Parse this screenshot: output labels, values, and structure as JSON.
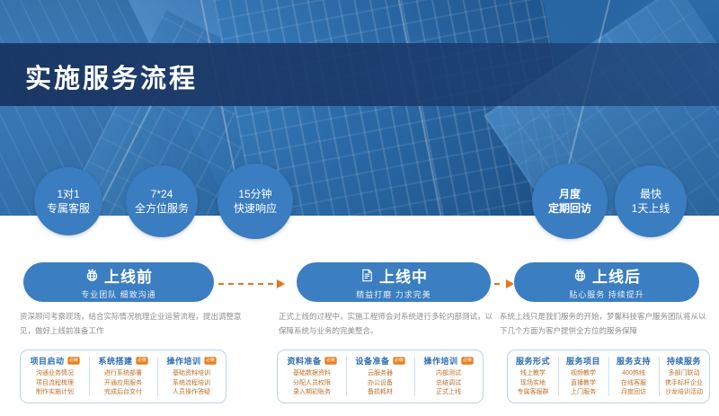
{
  "hero": {
    "title": "实施服务流程"
  },
  "badges": [
    {
      "line1": "1对1",
      "line2": "专属客服",
      "bold": false
    },
    {
      "line1": "7*24",
      "line2": "全方位服务",
      "bold": false
    },
    {
      "line1": "15分钟",
      "line2": "快速响应",
      "bold": false
    },
    {
      "line1": "月度",
      "line2": "定期回访",
      "bold": true
    },
    {
      "line1": "最快",
      "line2": "1天上线",
      "bold": false
    }
  ],
  "phases": [
    {
      "icon": "globe-icon",
      "title": "上线前",
      "subtitle": "专业团队 细致沟通",
      "description": "资深顾问考察现场，结合实际情况梳理企业运营流程，提出调整意见，做好上线前准备工作",
      "columns": [
        {
          "title": "项目启动",
          "badge": "必做",
          "items": [
            "沟通业务情况",
            "项目流程梳理",
            "制作实施计划"
          ]
        },
        {
          "title": "系统搭建",
          "badge": "必做",
          "items": [
            "进行系统部署",
            "开通应用服务",
            "完成后台交付"
          ]
        },
        {
          "title": "操作培训",
          "badge": "必做",
          "items": [
            "基础资料培训",
            "系统流程培训",
            "人员操作答疑"
          ]
        }
      ]
    },
    {
      "icon": "document-icon",
      "title": "上线中",
      "subtitle": "精益打磨 力求完美",
      "description": "正式上线的过程中，实施工程师会对系统进行多轮内部测试，以保障系统与业务的完美整合。",
      "columns": [
        {
          "title": "资料准备",
          "badge": "必做",
          "items": [
            "基础数据资料",
            "分配人员权限",
            "录入期初账务"
          ]
        },
        {
          "title": "设备准备",
          "badge": "必做",
          "items": [
            "云服务器",
            "办公设备",
            "备损耗材"
          ]
        },
        {
          "title": "操作培训",
          "badge": "必做",
          "items": [
            "内部测试",
            "总结调试",
            "正式上线"
          ]
        }
      ]
    },
    {
      "icon": "globe-icon",
      "title": "上线后",
      "subtitle": "贴心服务 持续提升",
      "description": "系统上线只是我们服务的开始，梦馨科技客户服务团队将从以下几个方面为客户提供全方位的服务保障",
      "columns": [
        {
          "title": "服务形式",
          "badge": "",
          "items": [
            "线上教学",
            "现场实地",
            "专属客服群"
          ]
        },
        {
          "title": "服务项目",
          "badge": "",
          "items": [
            "视频教学",
            "直播教学",
            "上门服务"
          ]
        },
        {
          "title": "服务支持",
          "badge": "",
          "items": [
            "400热线",
            "在线客服",
            "月度回访"
          ]
        },
        {
          "title": "持续服务",
          "badge": "",
          "items": [
            "多部门联动",
            "携手标杆企业",
            "沙龙培训活动"
          ]
        }
      ]
    }
  ],
  "colors": {
    "primary_blue": "#3b7ec1",
    "deep_blue": "#183360",
    "accent_orange": "#e2761f",
    "title_blue": "#2f6cb0",
    "item_brown": "#c0702a",
    "desc_gray": "#8d8d8d"
  }
}
